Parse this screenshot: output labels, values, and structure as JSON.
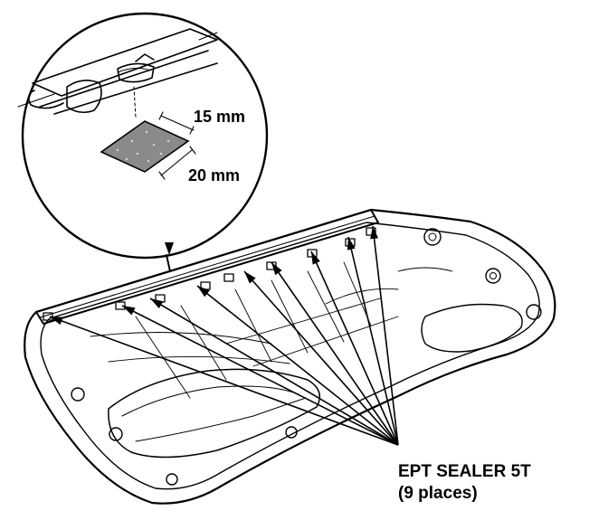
{
  "callout": {
    "dim_width": "15 mm",
    "dim_height": "20 mm"
  },
  "label": {
    "line1": "EPT SEALER 5T",
    "line2": "(9 places)"
  },
  "sealer": {
    "count": 9
  }
}
